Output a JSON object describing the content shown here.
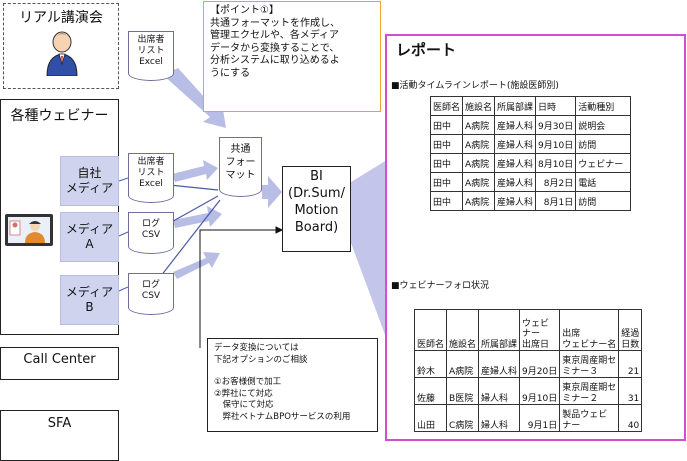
{
  "real_event": {
    "title": "リアル講演会"
  },
  "webinar": {
    "title": "各種ウェビナー"
  },
  "media": [
    {
      "label_line1": "自社",
      "label_line2": "メディア"
    },
    {
      "label_line1": "メディア",
      "label_line2": "A"
    },
    {
      "label_line1": "メディア",
      "label_line2": "B"
    }
  ],
  "docs": {
    "top_excel": {
      "l1": "出席者",
      "l2": "リスト",
      "l3": "Excel"
    },
    "self_excel": {
      "l1": "出席者",
      "l2": "リスト",
      "l3": "Excel"
    },
    "log_a": {
      "l1": "ログ",
      "l2": "CSV"
    },
    "log_b": {
      "l1": "ログ",
      "l2": "CSV"
    },
    "common": {
      "l1": "共通",
      "l2": "フォー",
      "l3": "マット"
    }
  },
  "call_center": {
    "label": "Call Center"
  },
  "sfa": {
    "label": "SFA"
  },
  "point": {
    "title": "【ポイント①】",
    "lines": [
      "共通フォーマットを作成し、",
      "管理エクセルや、各メディア",
      "データから変換することで、",
      "分析システムに取り込めるよ",
      "うにする"
    ]
  },
  "bi": {
    "l1": "BI",
    "l2": "(Dr.Sum/",
    "l3": "Motion",
    "l4": "Board)"
  },
  "note": {
    "lines": [
      "データ変換については",
      "下記オプションのご相談",
      "",
      "①お客様側で加工",
      "②弊社にて対応",
      "　保守にて対応",
      "　弊社ベトナムBPOサービスの利用"
    ]
  },
  "report": {
    "title": "レポート",
    "timeline": {
      "section_title": "■活動タイムラインレポート(施設医師別)",
      "headers": [
        "医師名",
        "施設名",
        "所属部課",
        "日時",
        "活動種別"
      ],
      "rows": [
        [
          "田中",
          "A病院",
          "産婦人科",
          "9月30日",
          "説明会"
        ],
        [
          "田中",
          "A病院",
          "産婦人科",
          "9月10日",
          "訪問"
        ],
        [
          "田中",
          "A病院",
          "産婦人科",
          "8月10日",
          "ウェビナー"
        ],
        [
          "田中",
          "A病院",
          "産婦人科",
          "8月2日",
          "電話"
        ],
        [
          "田中",
          "A病院",
          "産婦人科",
          "8月1日",
          "訪問"
        ]
      ]
    },
    "followup": {
      "section_title": "■ウェビナーフォロ状況",
      "headers": [
        "医師名",
        "施設名",
        "所属部課",
        "ウェビナー出席日",
        "出席ウェビナー名",
        "経過日数"
      ],
      "header_lines": [
        [
          "医師名"
        ],
        [
          "施設名"
        ],
        [
          "所属部課"
        ],
        [
          "ウェビ",
          "ナー",
          "出席日"
        ],
        [
          "出席",
          "ウェビナー名"
        ],
        [
          "経過",
          "日数"
        ]
      ],
      "rows": [
        [
          "鈴木",
          "A病院",
          "産婦人科",
          "9月20日",
          "東京周産期セミナー3",
          "21"
        ],
        [
          "佐藤",
          "B医院",
          "婦人科",
          "9月10日",
          "東京周産期セミナー2",
          "31"
        ],
        [
          "山田",
          "C病院",
          "婦人科",
          "9月1日",
          "製品ウェビナー",
          "40"
        ]
      ],
      "name_lines": [
        [
          "東京周産期セ",
          "ミナー３"
        ],
        [
          "東京周産期セ",
          "ミナー２"
        ],
        [
          "製品ウェビ",
          "ナー"
        ]
      ]
    }
  },
  "colors": {
    "arrow": "#b8bde6",
    "report_border": "#d04fd0",
    "point_border": "#f0a030",
    "media_fill": "#cfd3ee"
  }
}
